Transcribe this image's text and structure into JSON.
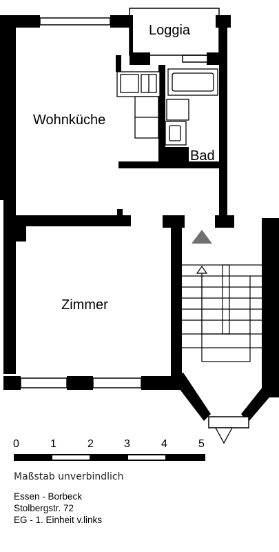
{
  "rooms": {
    "loggia": "Loggia",
    "kitchen": "Wohnküche",
    "bath": "Bad",
    "room": "Zimmer"
  },
  "scale": {
    "labels": [
      "0",
      "1",
      "2",
      "3",
      "4",
      "5"
    ],
    "caption": "Maßstab unverbindlich"
  },
  "info": {
    "line1": "Essen - Borbeck",
    "line2": "Stolbergstr. 72",
    "line3": "EG - 1. Einheit v.links"
  },
  "colors": {
    "wall": "#000000",
    "entrance_marker": "#707070",
    "background": "#ffffff"
  }
}
